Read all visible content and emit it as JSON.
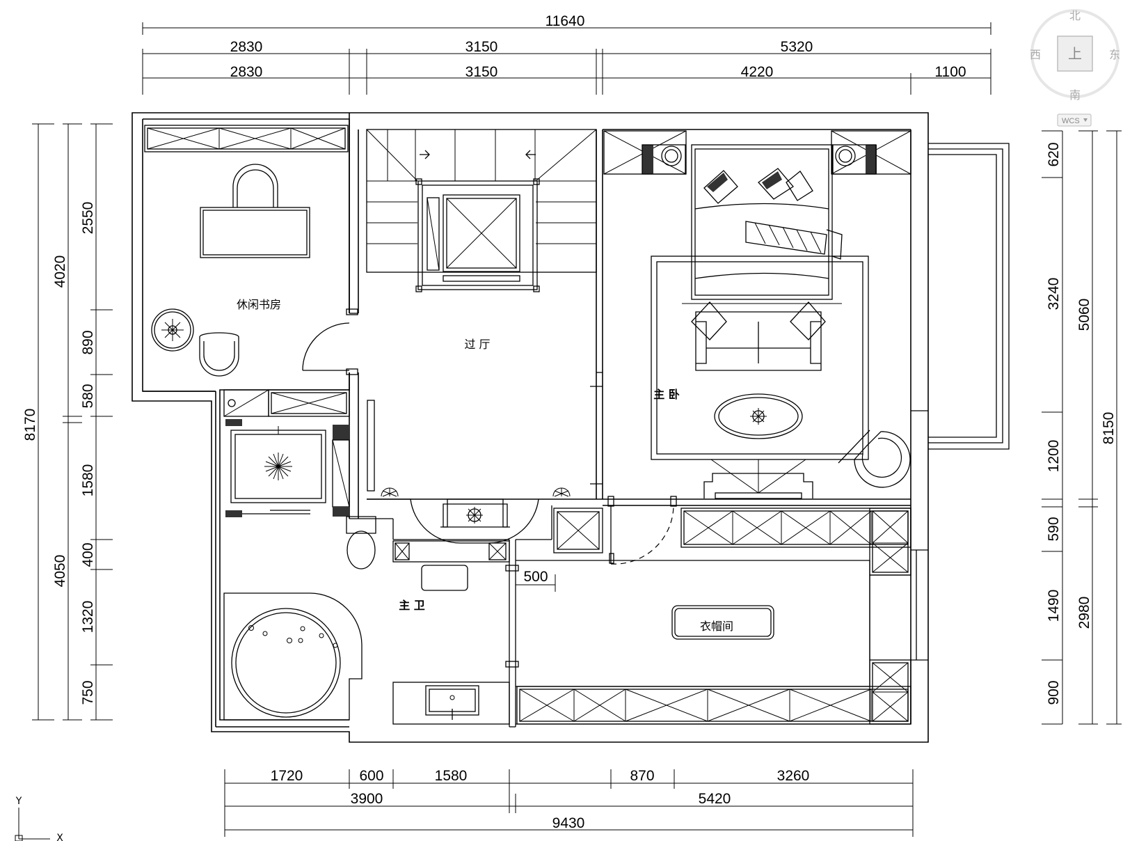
{
  "rooms": {
    "study": "休闲书房",
    "hall": "过 厅",
    "master_bedroom": "主 卧",
    "master_bath": "主 卫",
    "wardrobe": "衣帽间"
  },
  "dimensions": {
    "top": {
      "total": "11640",
      "row2": [
        "2830",
        "3150",
        "5320"
      ],
      "row3": [
        "2830",
        "3150",
        "4220",
        "1100"
      ]
    },
    "bottom": {
      "row1": [
        "1720",
        "600",
        "1580",
        "870",
        "3260"
      ],
      "row2": [
        "3900",
        "5420"
      ],
      "total": "9430"
    },
    "left": {
      "total": "8170",
      "mid": [
        "4020",
        "4050"
      ],
      "inner": [
        "2550",
        "890",
        "580",
        "1580",
        "400",
        "1320",
        "750"
      ]
    },
    "right": {
      "total": "8150",
      "mid": [
        "5060",
        "2980"
      ],
      "inner": [
        "620",
        "3240",
        "1200",
        "590",
        "1490",
        "900"
      ]
    },
    "door_offset": "500"
  },
  "compass": {
    "north": "北",
    "south": "南",
    "west": "西",
    "east": "东",
    "center": "上",
    "wcs": "WCS"
  },
  "ucs": {
    "x": "X",
    "y": "Y"
  }
}
